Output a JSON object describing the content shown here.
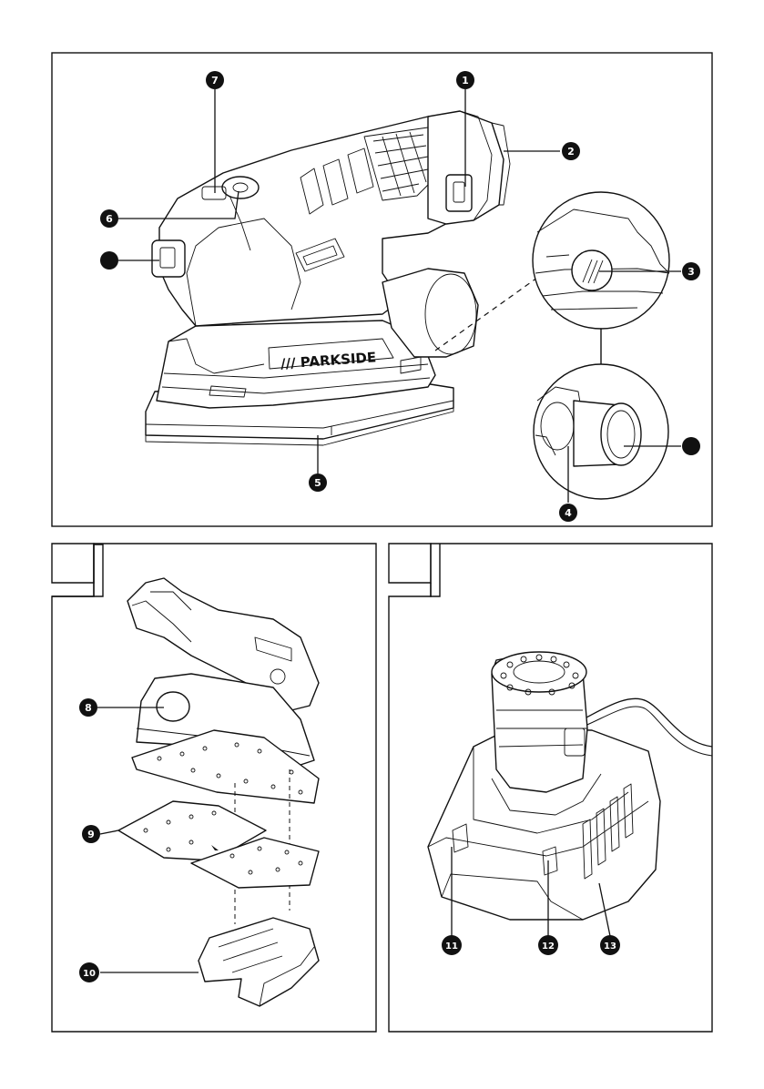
{
  "brand": {
    "label": "/// PARKSIDE"
  },
  "panels": {
    "main": {
      "callouts": [
        {
          "id": "1",
          "label": "1"
        },
        {
          "id": "2",
          "label": "2"
        },
        {
          "id": "3",
          "label": "3"
        },
        {
          "id": "4",
          "label": "4"
        },
        {
          "id": "5",
          "label": "5"
        },
        {
          "id": "6",
          "label": "6"
        },
        {
          "id": "7",
          "label": "7"
        }
      ],
      "blank_markers": 2
    },
    "a": {
      "tab_label": "",
      "callouts": [
        {
          "id": "8",
          "label": "8"
        },
        {
          "id": "9",
          "label": "9"
        },
        {
          "id": "10",
          "label": "10"
        }
      ]
    },
    "b": {
      "tab_label": "",
      "callouts": [
        {
          "id": "11",
          "label": "11"
        },
        {
          "id": "12",
          "label": "12"
        },
        {
          "id": "13",
          "label": "13"
        }
      ]
    }
  }
}
